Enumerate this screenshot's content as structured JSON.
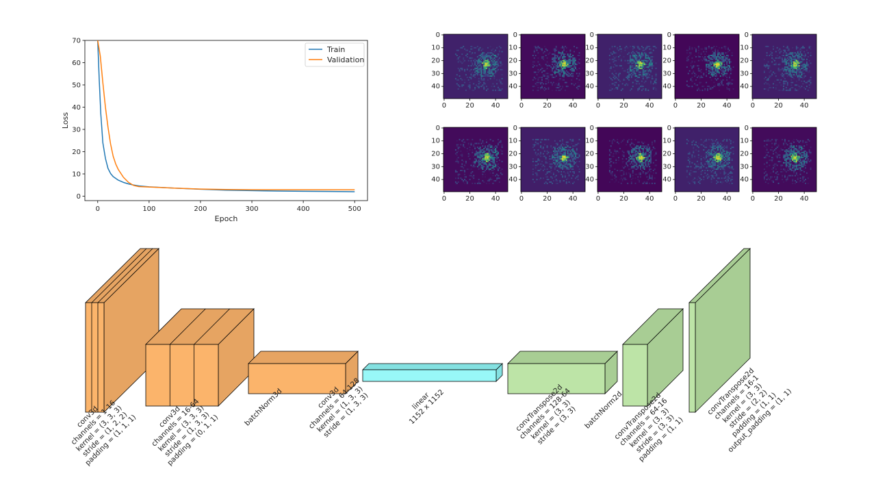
{
  "chart_data": [
    {
      "type": "line",
      "xlabel": "Epoch",
      "ylabel": "Loss",
      "xlim": [
        -25,
        525
      ],
      "ylim": [
        -2,
        70
      ],
      "xticks": [
        0,
        100,
        200,
        300,
        400,
        500
      ],
      "yticks": [
        0,
        10,
        20,
        30,
        40,
        50,
        60,
        70
      ],
      "legend_position": "top-right",
      "series": [
        {
          "name": "Train",
          "color": "#1f77b4",
          "x": [
            0,
            3,
            6,
            10,
            15,
            20,
            25,
            30,
            40,
            50,
            60,
            70,
            80,
            100,
            150,
            200,
            250,
            300,
            350,
            400,
            450,
            500
          ],
          "y": [
            70,
            52,
            37,
            24,
            17,
            12.5,
            10.2,
            8.8,
            7.2,
            6.2,
            5.5,
            5.0,
            4.6,
            4.2,
            3.6,
            3.1,
            2.7,
            2.5,
            2.3,
            2.2,
            2.1,
            2.0
          ]
        },
        {
          "name": "Validation",
          "color": "#ff7f0e",
          "x": [
            0,
            5,
            10,
            15,
            20,
            25,
            30,
            35,
            40,
            50,
            60,
            70,
            80,
            100,
            150,
            200,
            250,
            300,
            350,
            400,
            450,
            500
          ],
          "y": [
            70,
            63,
            51,
            40,
            31,
            23.5,
            18,
            14.5,
            12,
            8.5,
            6.2,
            4.8,
            4.3,
            4.1,
            3.6,
            3.2,
            3.0,
            2.9,
            2.9,
            2.9,
            2.9,
            2.9
          ]
        }
      ]
    },
    {
      "type": "heatmap",
      "layout": "2 rows x 5 columns",
      "colormap": "viridis",
      "grid_size": 50,
      "xticks": [
        0,
        20,
        40
      ],
      "yticks": [
        0,
        10,
        20,
        30,
        40
      ],
      "hotspot_center": [
        33,
        23
      ],
      "background_levels": [
        [
          0.1,
          0.03,
          0.1,
          0.02,
          0.09
        ],
        [
          0.03,
          0.09,
          0.02,
          0.1,
          0.03
        ]
      ]
    }
  ],
  "diagram": {
    "blocks": [
      {
        "face": "#fbb46b",
        "side": "#e6a462",
        "slabs": 3,
        "label": [
          "conv3d",
          "channels = 1-16",
          "kernel = (3, 3, 3)",
          "stride = (1, 2, 2)",
          "padding = (1, 1, 1)"
        ]
      },
      {
        "face": "#fbb46b",
        "side": "#e6a462",
        "slabs": 3,
        "label": [
          "conv3d",
          "channels = 16-64",
          "kernel = (3, 3, 3)",
          "stride = (1, 3, 3)",
          "padding = (0, 1, 1)"
        ]
      },
      {
        "face": "#fbb46b",
        "side": "#e6a462",
        "slabs": 1,
        "label": [
          "batchNorm3d"
        ],
        "label2": [
          "conv3d",
          "channels = 64-128",
          "kernel = (1, 3, 3)",
          "stride = (1, 3, 3)"
        ]
      },
      {
        "face": "#98f8f8",
        "side": "#84e1e1",
        "slabs": 1,
        "label": [
          "linear",
          "1152 x 1152"
        ]
      },
      {
        "face": "#bde4a7",
        "side": "#a8cd94",
        "slabs": 1,
        "label": [
          "convTranspose2d",
          "channels = 128-64",
          "kernel = (3, 3)",
          "stride = (3, 3)"
        ],
        "label2": [
          "batchNorm2d"
        ]
      },
      {
        "face": "#bde4a7",
        "side": "#a8cd94",
        "slabs": 1,
        "label": [
          "convTranspose2d",
          "channels = 64-16",
          "kernel = (3, 3)",
          "stride = (3, 3)",
          "padding = (1, 1)"
        ]
      },
      {
        "face": "#bde4a7",
        "side": "#a8cd94",
        "slabs": 1,
        "label": [
          "convTranspose2d",
          "channels = 16-1",
          "kernel = (3, 3)",
          "stride = (2, 2)",
          "padding = (1, 1)",
          "output_padding = (1, 1)"
        ]
      }
    ]
  }
}
